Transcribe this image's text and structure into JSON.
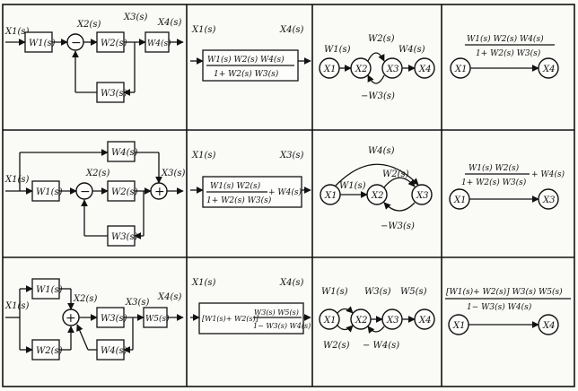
{
  "rows": [
    {
      "block": {
        "in": "X1(s)",
        "x2": "X2(s)",
        "x3": "X3(s)",
        "x4": "X4(s)",
        "w1": "W1(s)",
        "w2": "W2(s)",
        "w3": "W3(s)",
        "w4": "W4(s)",
        "sum": "−"
      },
      "reduced": {
        "in": "X1(s)",
        "out": "X4(s)",
        "num": "W1(s) W2(s) W4(s)",
        "den": "1+ W2(s) W3(s)"
      },
      "graph": {
        "x1": "X1",
        "x2": "X2",
        "x3": "X3",
        "x4": "X4",
        "l1": "W1(s)",
        "l2": "W2(s)",
        "l3": "W4(s)",
        "l4": "−W3(s)"
      },
      "final": {
        "x1": "X1",
        "x4": "X4",
        "num": "W1(s) W2(s) W4(s)",
        "den": "1+ W2(s) W3(s)"
      }
    },
    {
      "block": {
        "in": "X1(s)",
        "x2": "X2(s)",
        "x3": "X3(s)",
        "w1": "W1(s)",
        "w2": "W2(s)",
        "w3": "W3(s)",
        "w4": "W4(s)",
        "sum1": "−",
        "sum2": "+"
      },
      "reduced": {
        "in": "X1(s)",
        "out": "X3(s)",
        "num": "W1(s) W2(s)",
        "den": "1+ W2(s) W3(s)",
        "plus": "+ W4(s)"
      },
      "graph": {
        "x1": "X1",
        "x2": "X2",
        "x3": "X3",
        "l1": "W1(s)",
        "l2": "W2(s)",
        "l3": "W4(s)",
        "l4": "−W3(s)"
      },
      "final": {
        "x1": "X1",
        "x3": "X3",
        "num": "W1(s) W2(s)",
        "den": "1+ W2(s) W3(s)",
        "plus": "+ W4(s)"
      }
    },
    {
      "block": {
        "in": "X1(s)",
        "x2": "X2(s)",
        "x3": "X3(s)",
        "x4": "X4(s)",
        "w1": "W1(s)",
        "w2": "W2(s)",
        "w3": "W3(s)",
        "w4": "W4(s)",
        "w5": "W5(s)",
        "sum": "+"
      },
      "reduced": {
        "in": "X1(s)",
        "out": "X4(s)",
        "pre": "[W1(s)+ W2(s)]",
        "num": "W3(s) W5(s)",
        "den": "1− W3(s) W4(s)"
      },
      "graph": {
        "x1": "X1",
        "x2": "X2",
        "x3": "X3",
        "x4": "X4",
        "l1": "W1(s)",
        "l2": "W3(s)",
        "l3": "W5(s)",
        "l4": "W2(s)",
        "l5": "− W4(s)"
      },
      "final": {
        "x1": "X1",
        "x4": "X4",
        "num": "[W1(s)+ W2(s)] W3(s) W5(s)",
        "den": "1− W3(s) W4(s)"
      }
    }
  ]
}
